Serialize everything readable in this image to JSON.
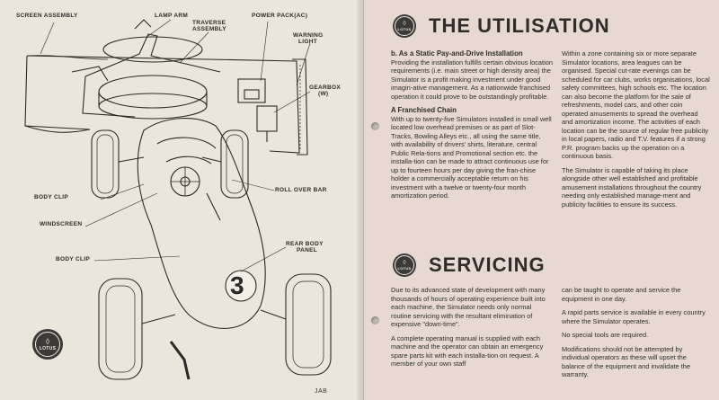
{
  "diagram": {
    "callouts": {
      "screen_assembly": "SCREEN  ASSEMBLY",
      "lamp_arm": "LAMP ARM",
      "traverse_assembly_1": "TRAVERSE",
      "traverse_assembly_2": "ASSEMBLY",
      "power_pack": "POWER PACK(AC)",
      "warning_light_1": "WARNING",
      "warning_light_2": "LIGHT",
      "gearbox_1": "GEARBOX",
      "gearbox_2": "(W)",
      "body_clip_upper": "BODY CLIP",
      "windscreen": "WINDSCREEN",
      "body_clip_lower": "BODY CLIP",
      "roll_over_bar": "ROLL OVER BAR",
      "rear_body_panel_1": "REAR BODY",
      "rear_body_panel_2": "PANEL"
    },
    "car_number": "3",
    "signature": "JAB"
  },
  "logo": {
    "text": "LOTUS"
  },
  "utilisation": {
    "heading": "THE UTILISATION",
    "static_title": "b. As a Static Pay-and-Drive Installation",
    "static_body": "Providing the installation fulfills certain obvious location requirements (i.e. main street or high density area) the Simulator is a profit making investment under good imagin-ative management. As a nationwide franchised operation it could prove to be outstandingly profitable.",
    "franchised_title": "A Franchised Chain",
    "franchised_body": "With up to twenty-five Simulators installed in small well located low overhead premises or as part of Slot-Tracks, Bowling Alleys etc., all using the same title, with availability of drivers' shirts, literature, central Public Rela-tions and Promotional section etc. the installa-tion can be made to attract continuous use for up to fourteen hours per day giving the fran-chise holder a commercially acceptable return on his investment with a twelve or twenty-four month amortization period.",
    "zone_body": "Within a zone containing six or more separate Simulator locations, area leagues can be organised. Special cut-rate evenings can be scheduled for car clubs, works organisations, local safety committees, high schools etc. The location can also become the platform for the sale of refreshments, model cars, and other coin operated amusements to spread the overhead and amortization income. The activities of each location can be the source of regular free publicity in local papers, radio and T.V. features if a strong P.R. program backs up the operation on a continuous basis.",
    "capable_body": "The Simulator is capable of taking its place alongside other well established and profitable amusement installations throughout the country needing only established manage-ment and publicity facilities to ensure its success."
  },
  "servicing": {
    "heading": "SERVICING",
    "p1": "Due to its advanced state of development with many thousands of hours of operating experience built into each machine, the Simulator needs only normal routine servicing with the resultant elimination of expensive \"down-time\".",
    "p2": "A complete operating manual is supplied with each machine and the operator can obtain an emergency spare parts kit with each installa-tion on request. A member of your own staff",
    "p3": "can be taught to operate and service the equipment in one day.",
    "p4": "A rapid parts service is available in every country where the Simulator operates.",
    "p5": "No special tools are required.",
    "p6": "Modifications should not be attempted by individual operators as these will upset the balance of the equipment and invalidate the warranty."
  }
}
